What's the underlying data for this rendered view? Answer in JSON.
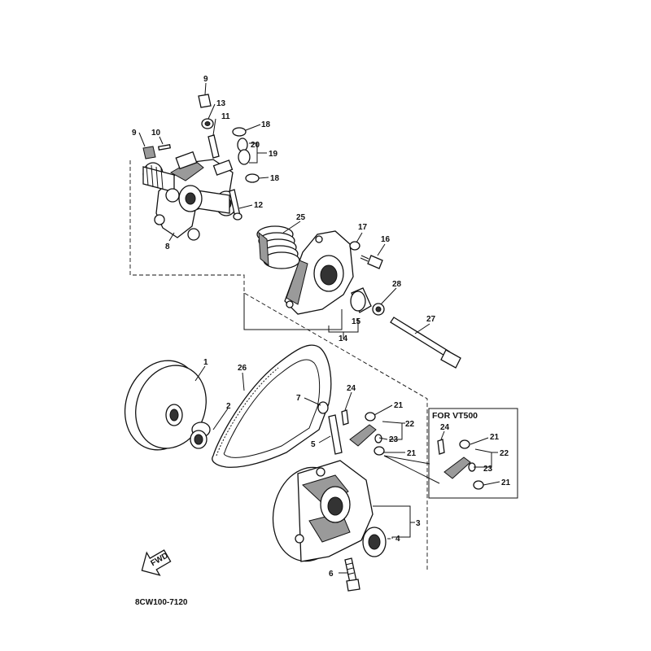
{
  "callouts": {
    "c1": "1",
    "c2": "2",
    "c3": "3",
    "c4": "4",
    "c5": "5",
    "c6": "6",
    "c7": "7",
    "c8": "8",
    "c9a": "9",
    "c9b": "9",
    "c10": "10",
    "c11": "11",
    "c12": "12",
    "c13": "13",
    "c14": "14",
    "c15": "15",
    "c16": "16",
    "c17": "17",
    "c18a": "18",
    "c18b": "18",
    "c19": "19",
    "c20": "20",
    "c21a": "21",
    "c21b": "21",
    "c22": "22",
    "c23": "23",
    "c24": "24",
    "c25": "25",
    "c26": "26",
    "c27": "27",
    "c28": "28",
    "v24": "24",
    "v21a": "21",
    "v21b": "21",
    "v22": "22",
    "v23": "23"
  },
  "inset_title": "FOR VT500",
  "fwd_label": "FWD",
  "figure_code": "8CW100-7120"
}
